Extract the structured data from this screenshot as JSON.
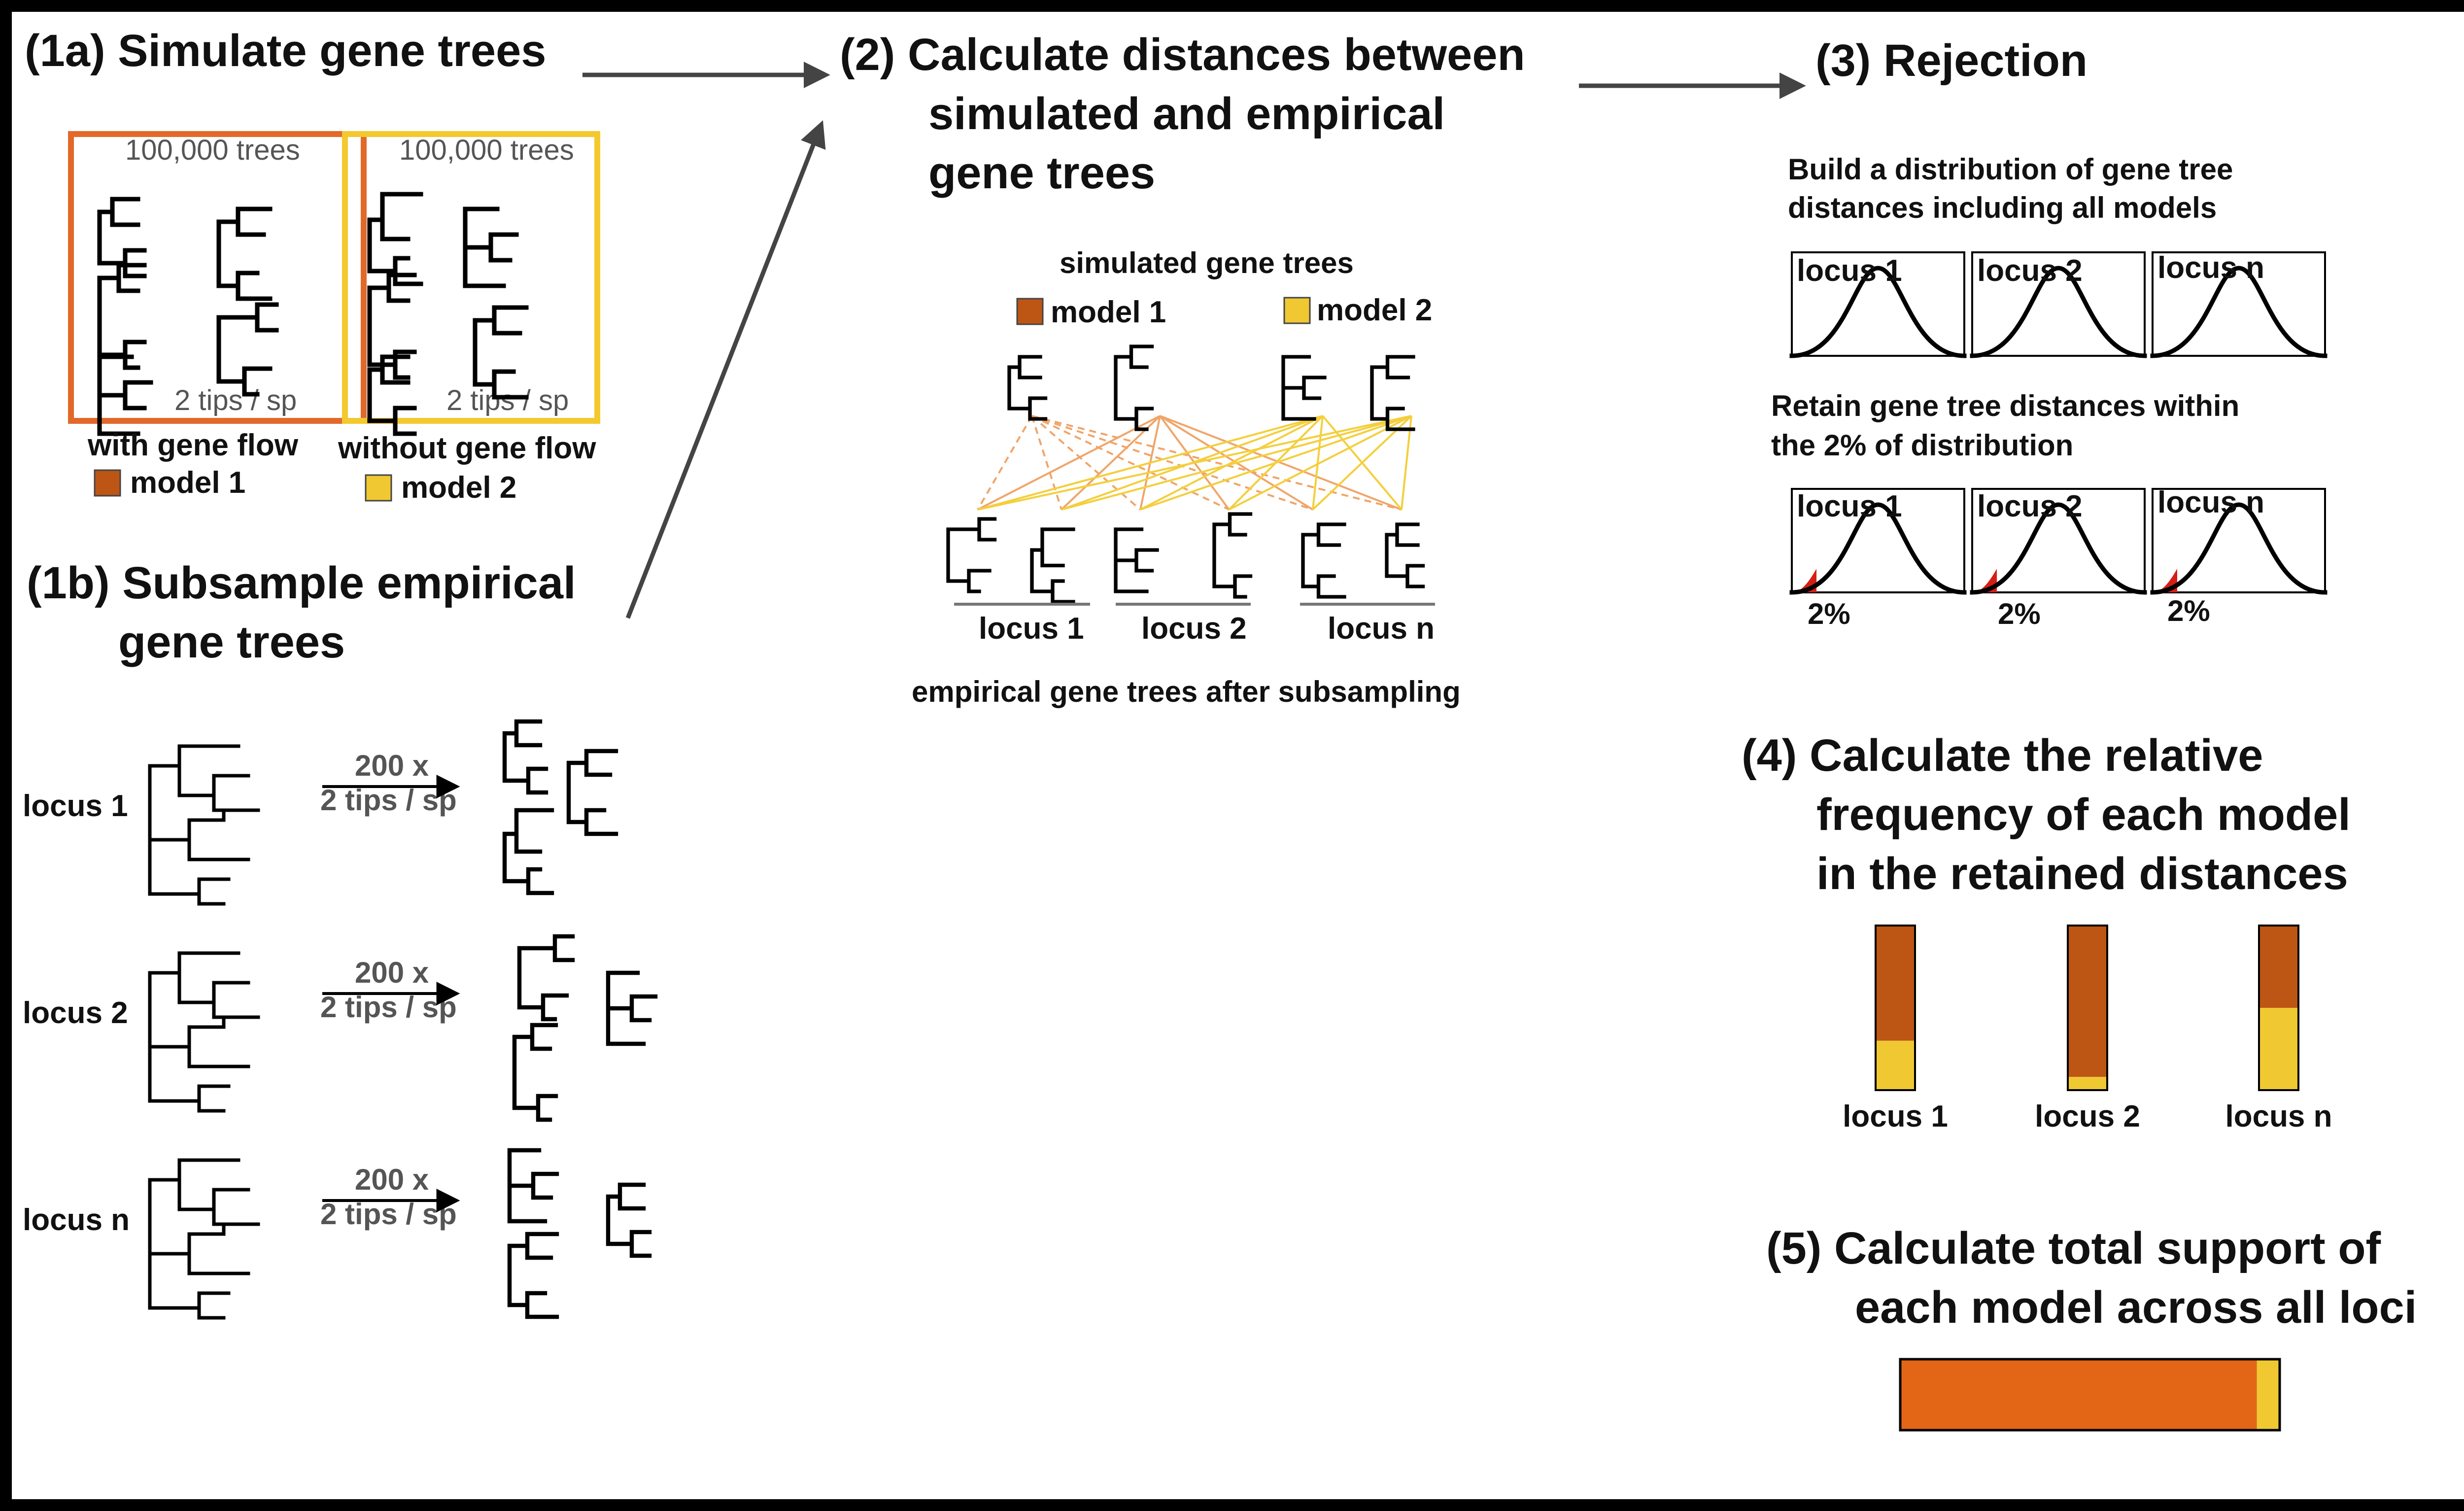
{
  "step1a": {
    "title": "(1a) Simulate gene trees",
    "box1": {
      "count": "100,000 trees",
      "tips": "2 tips / sp",
      "caption": "with gene flow",
      "legend": "model 1"
    },
    "box2": {
      "count": "100,000 trees",
      "tips": "2 tips / sp",
      "caption": "without gene flow",
      "legend": "model 2"
    }
  },
  "step1b": {
    "title_line1": "(1b) Subsample empirical",
    "title_line2": "gene trees",
    "loci": [
      {
        "label": "locus 1",
        "reps": "200 x",
        "tips": "2 tips / sp"
      },
      {
        "label": "locus 2",
        "reps": "200 x",
        "tips": "2 tips / sp"
      },
      {
        "label": "locus n",
        "reps": "200 x",
        "tips": "2 tips / sp"
      }
    ]
  },
  "step2": {
    "title_line1": "(2) Calculate distances between",
    "title_line2": "simulated and empirical",
    "title_line3": "gene trees",
    "sim_label": "simulated gene trees",
    "model1": "model 1",
    "model2": "model 2",
    "loci": [
      "locus 1",
      "locus 2",
      "locus n"
    ],
    "caption": "empirical gene trees after subsampling"
  },
  "step3": {
    "title": "(3) Rejection",
    "text1_line1": "Build a distribution of gene tree",
    "text1_line2": "distances including all models",
    "text2_line1": "Retain gene tree distances within",
    "text2_line2": "the 2% of distribution",
    "loci": [
      "locus 1",
      "locus 2",
      "locus n"
    ],
    "threshold": "2%"
  },
  "step4": {
    "title_line1": "(4) Calculate the relative",
    "title_line2": "frequency of each model",
    "title_line3": "in the retained distances",
    "bars": [
      {
        "label": "locus 1",
        "model1_fraction": 0.7
      },
      {
        "label": "locus 2",
        "model1_fraction": 0.92
      },
      {
        "label": "locus n",
        "model1_fraction": 0.5
      }
    ]
  },
  "step5": {
    "title_line1": "(5) Calculate total support of",
    "title_line2": "each model across all loci",
    "model1_fraction": 0.94
  },
  "colors": {
    "model1_border": "#e2692a",
    "model2_border": "#f3c92e",
    "model1_fill": "#bd5614",
    "model2_fill": "#f0c832",
    "total_model1": "#e26616",
    "rejection_red": "#d51e14",
    "line_model1": "#f0a56a",
    "line_model2": "#f4cf3c"
  }
}
